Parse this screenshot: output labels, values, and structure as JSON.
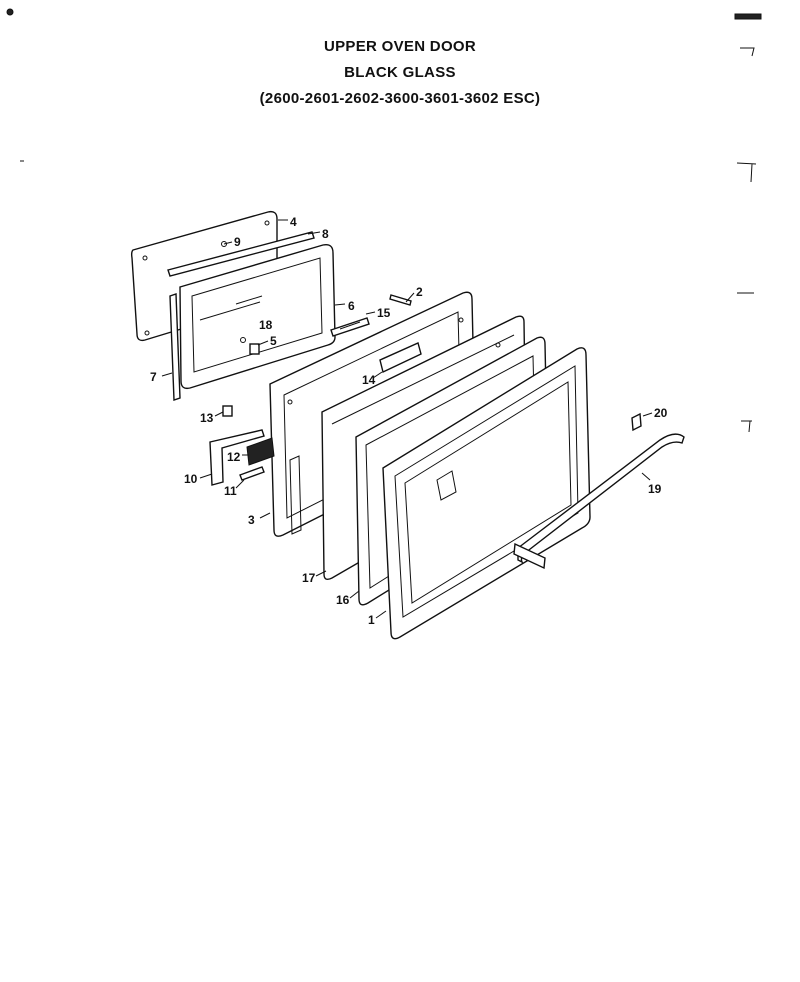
{
  "title": {
    "line1": "UPPER OVEN DOOR",
    "line2": "BLACK GLASS",
    "line3": "(2600-2601-2602-3600-3601-3602 ESC)"
  },
  "callouts": {
    "c1": "1",
    "c2": "2",
    "c3": "3",
    "c4": "4",
    "c5": "5",
    "c6": "6",
    "c7": "7",
    "c8": "8",
    "c9": "9",
    "c10": "10",
    "c11": "11",
    "c12": "12",
    "c13": "13",
    "c14": "14",
    "c15": "15",
    "c16": "16",
    "c17": "17",
    "c18": "18",
    "c19": "19",
    "c20": "20"
  }
}
